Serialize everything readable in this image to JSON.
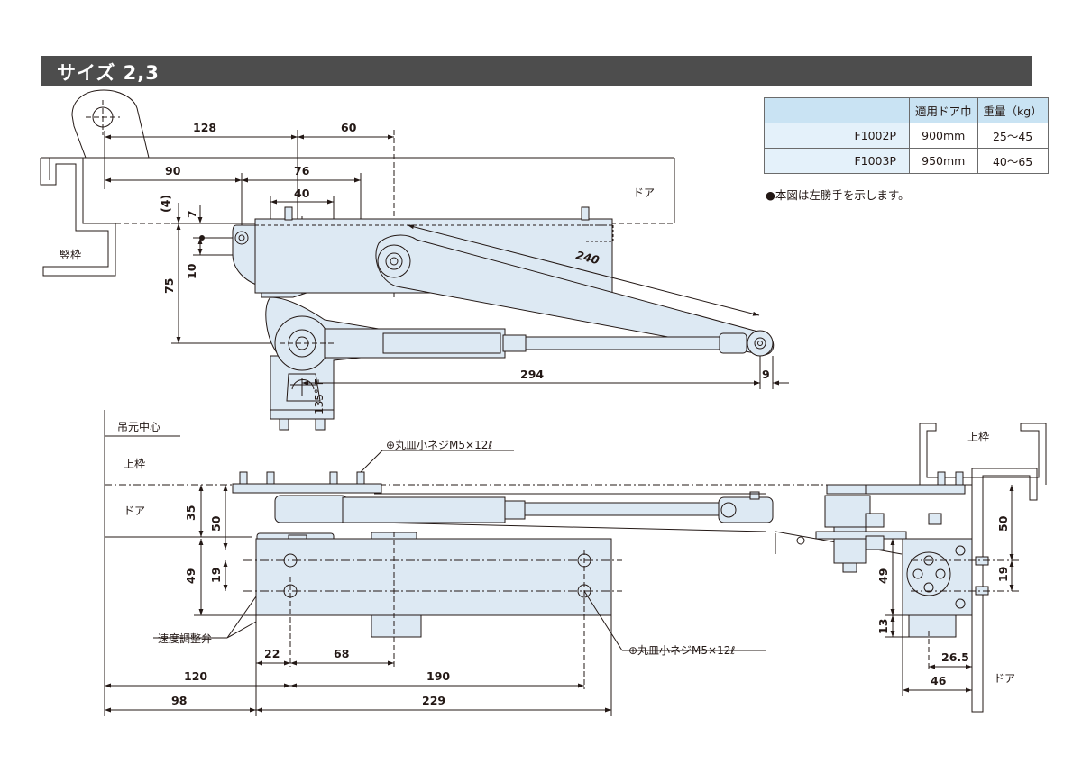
{
  "header": {
    "title": "サイズ 2,3"
  },
  "spec_table": {
    "headers": [
      "",
      "適用ドア巾",
      "重量（kg）"
    ],
    "rows": [
      {
        "model": "F1002P",
        "door_width": "900mm",
        "weight": "25～45"
      },
      {
        "model": "F1003P",
        "door_width": "950mm",
        "weight": "40～65"
      }
    ]
  },
  "note": "●本図は左勝手を示します。",
  "labels": {
    "frame_vertical": "竪枠",
    "door_top": "ドア",
    "pivot_center": "吊元中心",
    "upper_frame_left": "上枠",
    "door_left": "ドア",
    "upper_frame_right": "上枠",
    "door_right": "ドア",
    "screw_top": "⊕丸皿小ネジM5×12ℓ",
    "screw_bottom": "⊕丸皿小ネジM5×12ℓ",
    "speed_valve": "速度調整弁",
    "angle": "135° F"
  },
  "dimensions": {
    "d128": "128",
    "d60": "60",
    "d90": "90",
    "d76": "76",
    "d40": "40",
    "d4": "(4)",
    "d7": "7",
    "d10": "10",
    "d75": "75",
    "d240": "240",
    "d294": "294",
    "d9": "9",
    "d35": "35",
    "d50": "50",
    "d49": "49",
    "d19": "19",
    "d22": "22",
    "d68": "68",
    "d120": "120",
    "d190": "190",
    "d98": "98",
    "d229": "229",
    "r50": "50",
    "r49": "49",
    "r19": "19",
    "r13": "13",
    "r26_5": "26.5",
    "r46": "46"
  },
  "colors": {
    "header_bg": "#4d4d4d",
    "part_fill": "#dde9f3",
    "table_head": "#c9e3f3",
    "table_model": "#e4f1fa"
  }
}
